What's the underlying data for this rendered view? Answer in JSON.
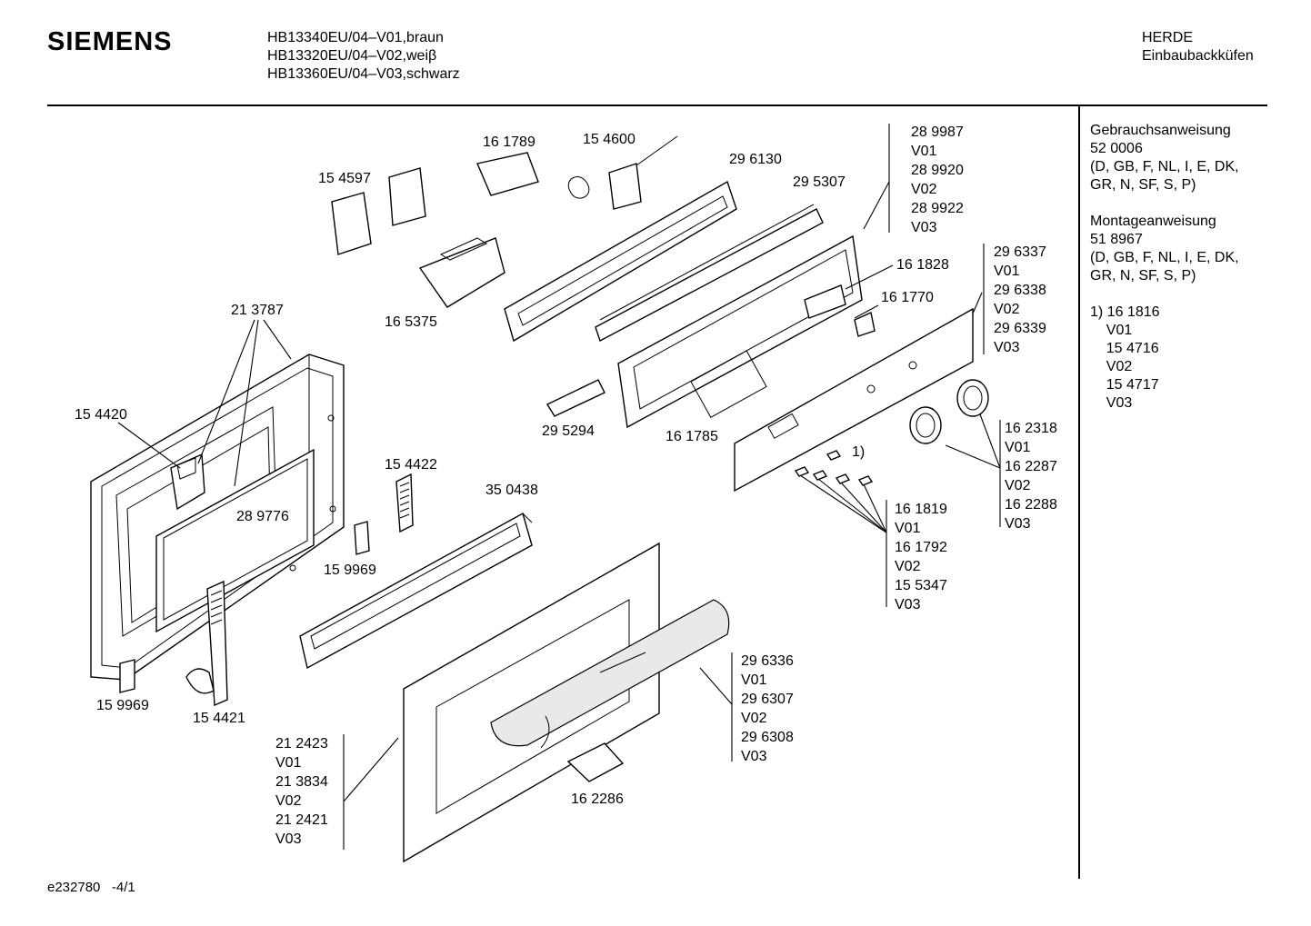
{
  "header": {
    "brand": "SIEMENS",
    "models": [
      "HB13340EU/04–V01,braun",
      "HB13320EU/04–V02,weiβ",
      "HB13360EU/04–V03,schwarz"
    ],
    "category": [
      "HERDE",
      "Einbaubackküfen"
    ]
  },
  "sidebar": {
    "manual": [
      "Gebrauchsanweisung",
      "52 0006",
      "(D, GB, F, NL, I, E, DK,",
      "GR, N, SF, S, P)"
    ],
    "mounting": [
      "Montageanweisung",
      "51 8967",
      "(D, GB, F, NL, I, E, DK,",
      "GR, N, SF, S, P)"
    ],
    "note": [
      "1) 16 1816",
      "    V01",
      "    15 4716",
      "    V02",
      "    15 4717",
      "    V03"
    ]
  },
  "labels": {
    "p161789": "16 1789",
    "p154600": "15 4600",
    "p154597": "15 4597",
    "p296130": "29 6130",
    "p295307": "29 5307",
    "p165375": "16 5375",
    "p213787": "21 3787",
    "p154420": "15 4420",
    "p289776": "28 9776",
    "p154422": "15 4422",
    "p350438": "35 0438",
    "p159969a": "15 9969",
    "p159969b": "15 9969",
    "p154421": "15 4421",
    "p295294": "29 5294",
    "p161785": "16 1785",
    "p161828": "16 1828",
    "p161770": "16 1770",
    "p162286": "16 2286",
    "note1": "1)"
  },
  "variant_lists": {
    "bezel": [
      "28 9987",
      "V01",
      "28 9920",
      "V02",
      "28 9922",
      "V03"
    ],
    "panel": [
      "29 6337",
      "V01",
      "29 6338",
      "V02",
      "29 6339",
      "V03"
    ],
    "knobs": [
      "16 2318",
      "V01",
      "16 2287",
      "V02",
      "16 2288",
      "V03"
    ],
    "screws": [
      "16 1819",
      "V01",
      "16 1792",
      "V02",
      "15 5347",
      "V03"
    ],
    "handle": [
      "29 6336",
      "V01",
      "29 6307",
      "V02",
      "29 6308",
      "V03"
    ],
    "door": [
      "21 2423",
      "V01",
      "21 3834",
      "V02",
      "21 2421",
      "V03"
    ]
  },
  "footer": {
    "code": "e232780   -4/1"
  }
}
